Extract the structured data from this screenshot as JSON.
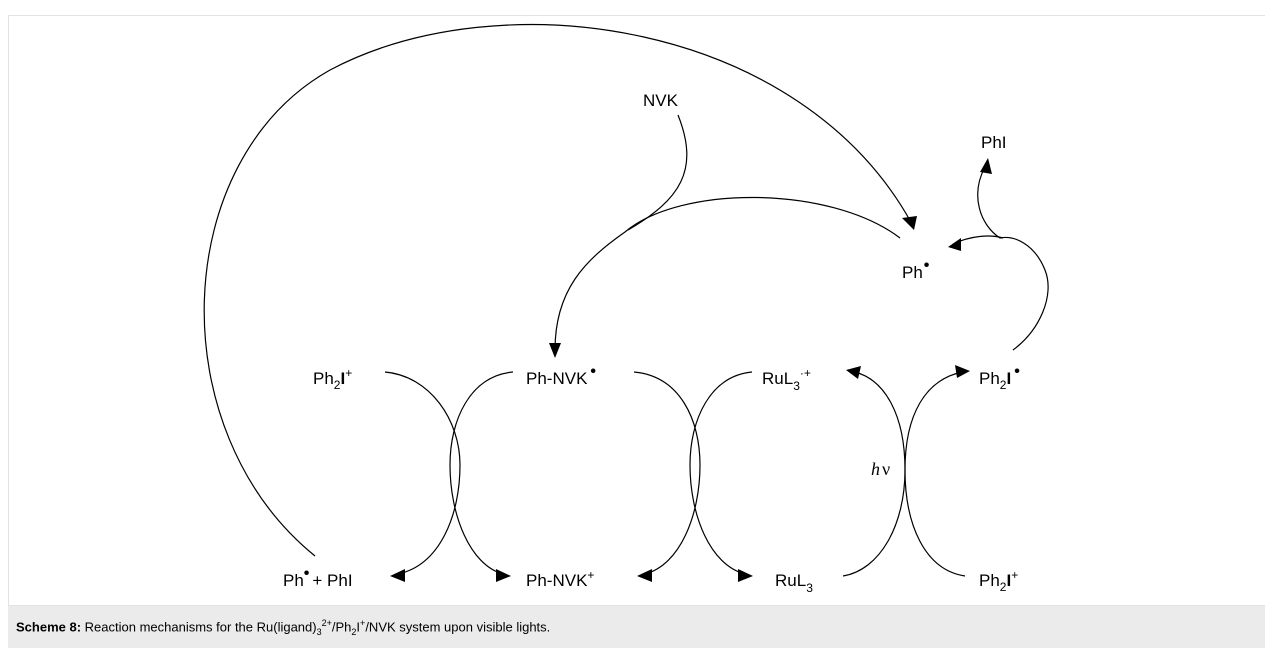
{
  "species": {
    "nvk": "NVK",
    "phi_top": "PhI",
    "ph_radical": "Ph",
    "ph2i": "Ph",
    "ph_nvk_radical": "Ph-NVK",
    "rul3_radical_cation": "RuL",
    "ph2i_radical": "Ph",
    "ph_plus_phi_a": "Ph",
    "ph_plus_phi_b": "+ PhI",
    "ph_nvk_cation": "Ph-NVK",
    "rul3": "RuL",
    "ph2i_right": "Ph"
  },
  "glyphs": {
    "two": "2",
    "three": "3",
    "iodine": "I",
    "plus": "+",
    "radical_dot": "•",
    "radical_cation": "·+"
  },
  "light": {
    "h": "h",
    "nu": "ν"
  },
  "caption": {
    "label": "Scheme 8:",
    "text_1": " Reaction mechanisms for the Ru(ligand)",
    "sub_3": "3",
    "sup_2plus": "2+",
    "text_2": "/Ph",
    "sub_2": "2",
    "text_3": "I",
    "sup_plus": "+",
    "text_4": "/NVK system upon visible lights."
  }
}
